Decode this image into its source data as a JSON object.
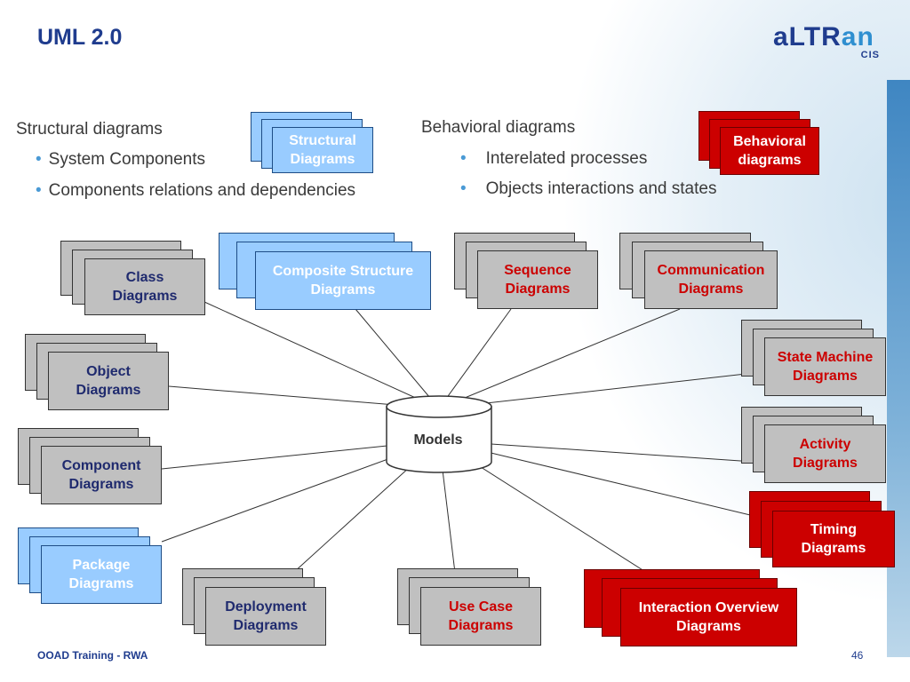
{
  "slide": {
    "title": "UML 2.0",
    "logo": {
      "main_a": "aLTR",
      "main_b": "an",
      "sub": "CIS"
    },
    "footer_left": "OOAD Training - RWA",
    "page_number": "46"
  },
  "structural": {
    "heading": "Structural diagrams",
    "bullets": [
      "System Components",
      "Components relations and dependencies"
    ],
    "legend_card": "Structural\nDiagrams"
  },
  "behavioral": {
    "heading": "Behavioral diagrams",
    "bullets": [
      "Interelated processes",
      "Objects interactions and states"
    ],
    "legend_card": "Behavioral\ndiagrams"
  },
  "center": {
    "label": "Models"
  },
  "diagrams": {
    "class": "Class\nDiagrams",
    "composite": "Composite Structure\nDiagrams",
    "sequence": "Sequence\nDiagrams",
    "communication": "Communication\nDiagrams",
    "object": "Object\nDiagrams",
    "state_machine": "State Machine\nDiagrams",
    "component": "Component\nDiagrams",
    "activity": "Activity\nDiagrams",
    "package": "Package\nDiagrams",
    "timing": "Timing\nDiagrams",
    "deployment": "Deployment\nDiagrams",
    "use_case": "Use Case\nDiagrams",
    "interaction_overview": "Interaction Overview\nDiagrams"
  },
  "colors": {
    "title": "#1f3c8e",
    "structural_fill": "#99ccff",
    "behavioral_fill": "#cc0000",
    "neutral_fill": "#c0c0c0"
  }
}
